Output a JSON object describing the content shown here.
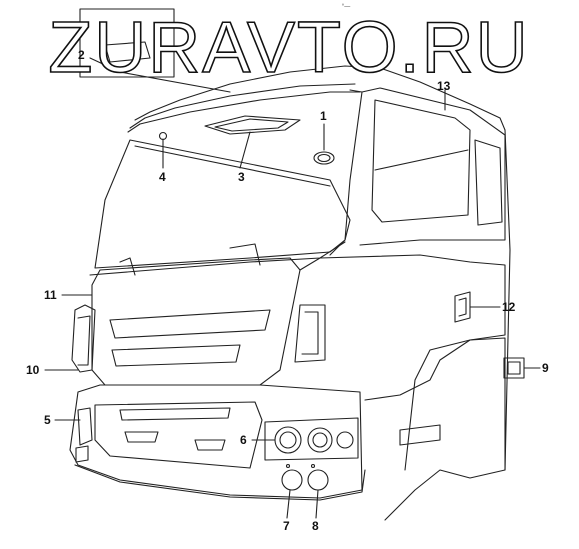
{
  "watermark": {
    "text": "ZURAVTO.RU",
    "tiny_mark": "°—"
  },
  "callouts": {
    "c1": "1",
    "c2": "2",
    "c3": "3",
    "c4": "4",
    "c5": "5",
    "c6": "6",
    "c7": "7",
    "c8": "8",
    "c9": "9",
    "c10": "10",
    "c11": "11",
    "c12": "12",
    "c13": "13"
  },
  "colors": {
    "line": "#222222",
    "watermark_fill": "#ffffff",
    "watermark_stroke": "#111111"
  }
}
